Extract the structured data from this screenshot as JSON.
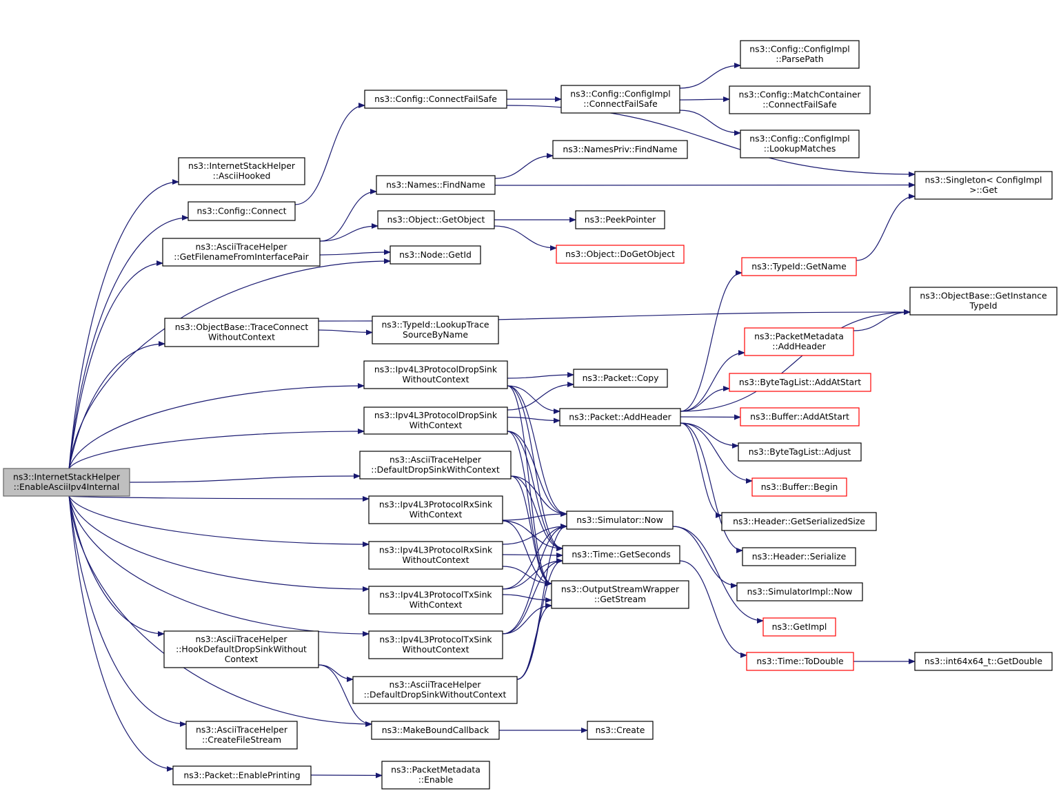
{
  "nodes": [
    {
      "id": "root",
      "lines": [
        "ns3::InternetStackHelper",
        "::EnableAsciiIpv4Internal"
      ],
      "style": "root"
    },
    {
      "id": "asciiHooked",
      "lines": [
        "ns3::InternetStackHelper",
        "::AsciiHooked"
      ]
    },
    {
      "id": "cfgConnect",
      "lines": [
        "ns3::Config::Connect"
      ]
    },
    {
      "id": "getFilename",
      "lines": [
        "ns3::AsciiTraceHelper",
        "::GetFilenameFromInterfacePair"
      ]
    },
    {
      "id": "traceConnect",
      "lines": [
        "ns3::ObjectBase::TraceConnect",
        "WithoutContext"
      ]
    },
    {
      "id": "hookDefault",
      "lines": [
        "ns3::AsciiTraceHelper",
        "::HookDefaultDropSinkWithout",
        "Context"
      ]
    },
    {
      "id": "createFile",
      "lines": [
        "ns3::AsciiTraceHelper",
        "::CreateFileStream"
      ]
    },
    {
      "id": "enablePrinting",
      "lines": [
        "ns3::Packet::EnablePrinting"
      ]
    },
    {
      "id": "connectFailSafe",
      "lines": [
        "ns3::Config::ConnectFailSafe"
      ]
    },
    {
      "id": "namesFind",
      "lines": [
        "ns3::Names::FindName"
      ]
    },
    {
      "id": "getObject",
      "lines": [
        "ns3::Object::GetObject"
      ]
    },
    {
      "id": "nodeGetId",
      "lines": [
        "ns3::Node::GetId"
      ]
    },
    {
      "id": "lookupTrace",
      "lines": [
        "ns3::TypeId::LookupTrace",
        "SourceByName"
      ]
    },
    {
      "id": "dropSinkWoc",
      "lines": [
        "ns3::Ipv4L3ProtocolDropSink",
        "WithoutContext"
      ]
    },
    {
      "id": "dropSinkWc",
      "lines": [
        "ns3::Ipv4L3ProtocolDropSink",
        "WithContext"
      ]
    },
    {
      "id": "defDropWc",
      "lines": [
        "ns3::AsciiTraceHelper",
        "::DefaultDropSinkWithContext"
      ]
    },
    {
      "id": "rxSinkWc",
      "lines": [
        "ns3::Ipv4L3ProtocolRxSink",
        "WithContext"
      ]
    },
    {
      "id": "rxSinkWoc",
      "lines": [
        "ns3::Ipv4L3ProtocolRxSink",
        "WithoutContext"
      ]
    },
    {
      "id": "txSinkWc",
      "lines": [
        "ns3::Ipv4L3ProtocolTxSink",
        "WithContext"
      ]
    },
    {
      "id": "txSinkWoc",
      "lines": [
        "ns3::Ipv4L3ProtocolTxSink",
        "WithoutContext"
      ]
    },
    {
      "id": "defDropWoc",
      "lines": [
        "ns3::AsciiTraceHelper",
        "::DefaultDropSinkWithoutContext"
      ]
    },
    {
      "id": "makeBound",
      "lines": [
        "ns3::MakeBoundCallback"
      ]
    },
    {
      "id": "pmEnable",
      "lines": [
        "ns3::PacketMetadata",
        "::Enable"
      ]
    },
    {
      "id": "cfgImplCfs",
      "lines": [
        "ns3::Config::ConfigImpl",
        "::ConnectFailSafe"
      ]
    },
    {
      "id": "namesPrivFind",
      "lines": [
        "ns3::NamesPriv::FindName"
      ]
    },
    {
      "id": "peekPointer",
      "lines": [
        "ns3::PeekPointer"
      ]
    },
    {
      "id": "doGetObject",
      "lines": [
        "ns3::Object::DoGetObject"
      ],
      "style": "red"
    },
    {
      "id": "packetCopy",
      "lines": [
        "ns3::Packet::Copy"
      ]
    },
    {
      "id": "addHeader",
      "lines": [
        "ns3::Packet::AddHeader"
      ]
    },
    {
      "id": "simNow",
      "lines": [
        "ns3::Simulator::Now"
      ]
    },
    {
      "id": "getSeconds",
      "lines": [
        "ns3::Time::GetSeconds"
      ]
    },
    {
      "id": "getStream",
      "lines": [
        "ns3::OutputStreamWrapper",
        "::GetStream"
      ]
    },
    {
      "id": "create",
      "lines": [
        "ns3::Create"
      ]
    },
    {
      "id": "parsePath",
      "lines": [
        "ns3::Config::ConfigImpl",
        "::ParsePath"
      ]
    },
    {
      "id": "matchCfs",
      "lines": [
        "ns3::Config::MatchContainer",
        "::ConnectFailSafe"
      ]
    },
    {
      "id": "lookupMatches",
      "lines": [
        "ns3::Config::ConfigImpl",
        "::LookupMatches"
      ]
    },
    {
      "id": "typeGetName",
      "lines": [
        "ns3::TypeId::GetName"
      ],
      "style": "red"
    },
    {
      "id": "pmAddHeader",
      "lines": [
        "ns3::PacketMetadata",
        "::AddHeader"
      ],
      "style": "red"
    },
    {
      "id": "btlAddAtStart",
      "lines": [
        "ns3::ByteTagList::AddAtStart"
      ],
      "style": "red"
    },
    {
      "id": "bufAddAtStart",
      "lines": [
        "ns3::Buffer::AddAtStart"
      ],
      "style": "red"
    },
    {
      "id": "btlAdjust",
      "lines": [
        "ns3::ByteTagList::Adjust"
      ]
    },
    {
      "id": "bufBegin",
      "lines": [
        "ns3::Buffer::Begin"
      ],
      "style": "red"
    },
    {
      "id": "hdrSize",
      "lines": [
        "ns3::Header::GetSerializedSize"
      ]
    },
    {
      "id": "hdrSerialize",
      "lines": [
        "ns3::Header::Serialize"
      ]
    },
    {
      "id": "simImplNow",
      "lines": [
        "ns3::SimulatorImpl::Now"
      ]
    },
    {
      "id": "getImpl",
      "lines": [
        "ns3::GetImpl"
      ],
      "style": "red"
    },
    {
      "id": "toDouble",
      "lines": [
        "ns3::Time::ToDouble"
      ],
      "style": "red"
    },
    {
      "id": "singletonGet",
      "lines": [
        "ns3::Singleton< ConfigImpl",
        " >::Get"
      ]
    },
    {
      "id": "getInstTypeId",
      "lines": [
        "ns3::ObjectBase::GetInstance",
        "TypeId"
      ]
    },
    {
      "id": "int64GetDouble",
      "lines": [
        "ns3::int64x64_t::GetDouble"
      ]
    }
  ],
  "edges": [
    [
      "root",
      "asciiHooked"
    ],
    [
      "root",
      "cfgConnect"
    ],
    [
      "root",
      "getFilename"
    ],
    [
      "root",
      "nodeGetId"
    ],
    [
      "root",
      "traceConnect"
    ],
    [
      "root",
      "dropSinkWoc"
    ],
    [
      "root",
      "dropSinkWc"
    ],
    [
      "root",
      "defDropWc"
    ],
    [
      "root",
      "rxSinkWc"
    ],
    [
      "root",
      "rxSinkWoc"
    ],
    [
      "root",
      "txSinkWc"
    ],
    [
      "root",
      "txSinkWoc"
    ],
    [
      "root",
      "hookDefault"
    ],
    [
      "root",
      "makeBound"
    ],
    [
      "root",
      "createFile"
    ],
    [
      "root",
      "enablePrinting"
    ],
    [
      "cfgConnect",
      "connectFailSafe"
    ],
    [
      "getFilename",
      "namesFind"
    ],
    [
      "getFilename",
      "getObject"
    ],
    [
      "getFilename",
      "nodeGetId"
    ],
    [
      "traceConnect",
      "lookupTrace"
    ],
    [
      "traceConnect",
      "getInstTypeId"
    ],
    [
      "hookDefault",
      "defDropWoc"
    ],
    [
      "hookDefault",
      "makeBound"
    ],
    [
      "enablePrinting",
      "pmEnable"
    ],
    [
      "connectFailSafe",
      "cfgImplCfs"
    ],
    [
      "connectFailSafe",
      "singletonGet"
    ],
    [
      "cfgImplCfs",
      "parsePath"
    ],
    [
      "cfgImplCfs",
      "matchCfs"
    ],
    [
      "cfgImplCfs",
      "lookupMatches"
    ],
    [
      "namesFind",
      "namesPrivFind"
    ],
    [
      "namesFind",
      "singletonGet"
    ],
    [
      "getObject",
      "peekPointer"
    ],
    [
      "getObject",
      "doGetObject"
    ],
    [
      "dropSinkWoc",
      "packetCopy"
    ],
    [
      "dropSinkWoc",
      "addHeader"
    ],
    [
      "dropSinkWoc",
      "simNow"
    ],
    [
      "dropSinkWoc",
      "getSeconds"
    ],
    [
      "dropSinkWoc",
      "getStream"
    ],
    [
      "dropSinkWc",
      "packetCopy"
    ],
    [
      "dropSinkWc",
      "addHeader"
    ],
    [
      "dropSinkWc",
      "simNow"
    ],
    [
      "dropSinkWc",
      "getSeconds"
    ],
    [
      "dropSinkWc",
      "getStream"
    ],
    [
      "defDropWc",
      "simNow"
    ],
    [
      "defDropWc",
      "getSeconds"
    ],
    [
      "defDropWc",
      "getStream"
    ],
    [
      "rxSinkWc",
      "simNow"
    ],
    [
      "rxSinkWc",
      "getSeconds"
    ],
    [
      "rxSinkWc",
      "getStream"
    ],
    [
      "rxSinkWoc",
      "simNow"
    ],
    [
      "rxSinkWoc",
      "getSeconds"
    ],
    [
      "rxSinkWoc",
      "getStream"
    ],
    [
      "txSinkWc",
      "simNow"
    ],
    [
      "txSinkWc",
      "getSeconds"
    ],
    [
      "txSinkWc",
      "getStream"
    ],
    [
      "txSinkWoc",
      "simNow"
    ],
    [
      "txSinkWoc",
      "getSeconds"
    ],
    [
      "txSinkWoc",
      "getStream"
    ],
    [
      "defDropWoc",
      "simNow"
    ],
    [
      "defDropWoc",
      "getSeconds"
    ],
    [
      "defDropWoc",
      "getStream"
    ],
    [
      "makeBound",
      "create"
    ],
    [
      "addHeader",
      "typeGetName"
    ],
    [
      "addHeader",
      "getInstTypeId"
    ],
    [
      "addHeader",
      "pmAddHeader"
    ],
    [
      "addHeader",
      "btlAddAtStart"
    ],
    [
      "addHeader",
      "bufAddAtStart"
    ],
    [
      "addHeader",
      "btlAdjust"
    ],
    [
      "addHeader",
      "bufBegin"
    ],
    [
      "addHeader",
      "hdrSize"
    ],
    [
      "addHeader",
      "hdrSerialize"
    ],
    [
      "pmAddHeader",
      "getInstTypeId"
    ],
    [
      "typeGetName",
      "singletonGet"
    ],
    [
      "simNow",
      "simImplNow"
    ],
    [
      "simNow",
      "getImpl"
    ],
    [
      "getSeconds",
      "toDouble"
    ],
    [
      "toDouble",
      "int64GetDouble"
    ]
  ]
}
